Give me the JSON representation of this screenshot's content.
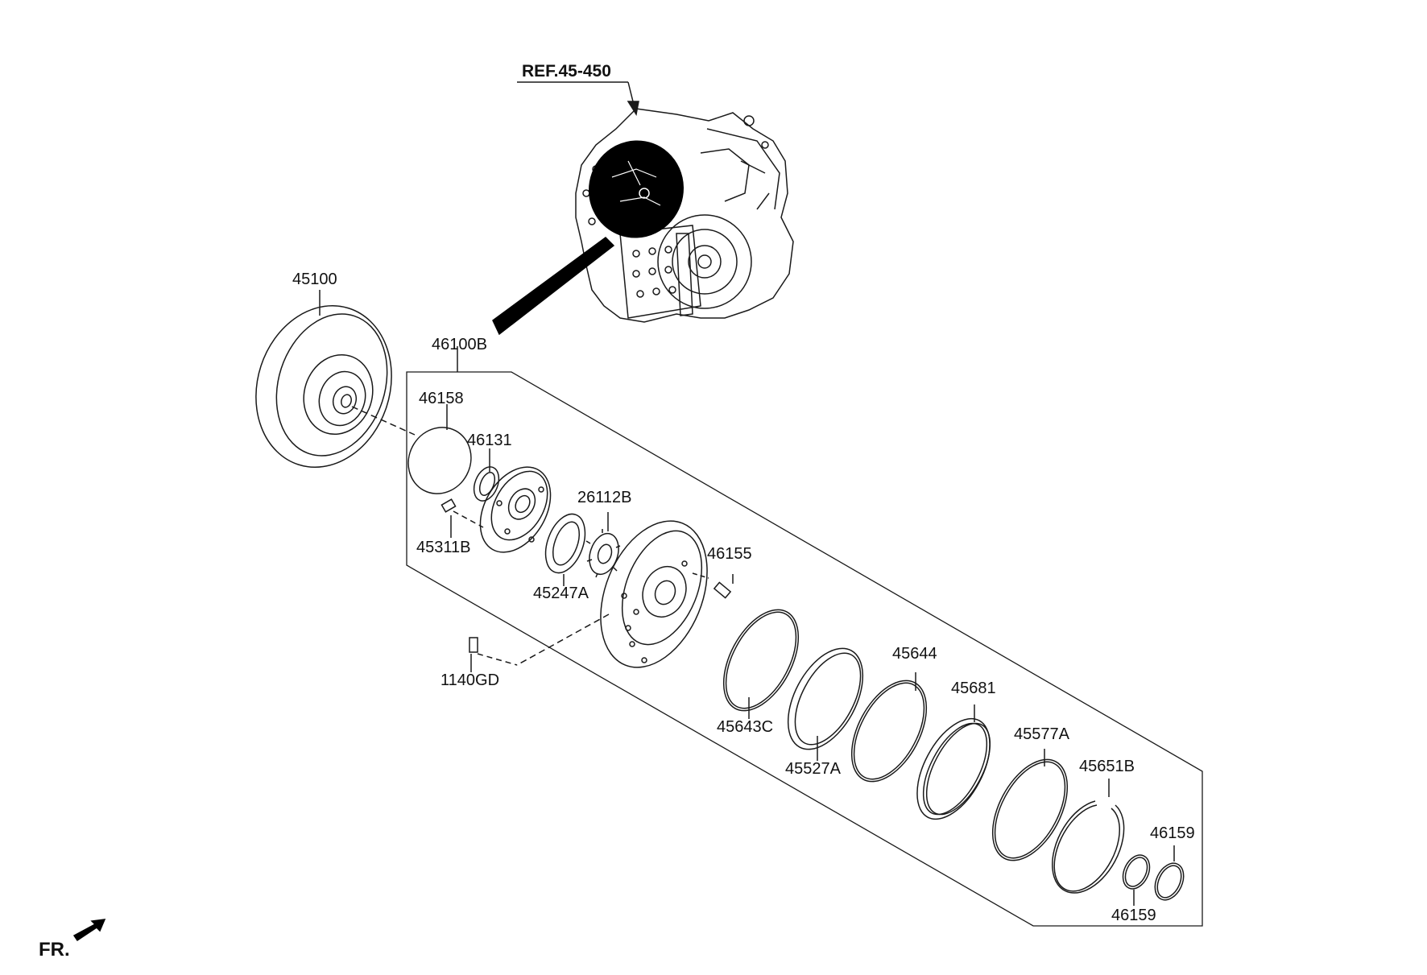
{
  "diagram": {
    "reference": "REF.45-450",
    "front_indicator": "FR.",
    "assembly_label": "46100B",
    "parts": [
      {
        "id": "p45100",
        "label": "45100"
      },
      {
        "id": "p46158",
        "label": "46158"
      },
      {
        "id": "p46131",
        "label": "46131"
      },
      {
        "id": "p26112B",
        "label": "26112B"
      },
      {
        "id": "p45311B",
        "label": "45311B"
      },
      {
        "id": "p45247A",
        "label": "45247A"
      },
      {
        "id": "p46155",
        "label": "46155"
      },
      {
        "id": "p1140GD",
        "label": "1140GD"
      },
      {
        "id": "p45643C",
        "label": "45643C"
      },
      {
        "id": "p45527A",
        "label": "45527A"
      },
      {
        "id": "p45644",
        "label": "45644"
      },
      {
        "id": "p45681",
        "label": "45681"
      },
      {
        "id": "p45577A",
        "label": "45577A"
      },
      {
        "id": "p45651B",
        "label": "45651B"
      },
      {
        "id": "p46159a",
        "label": "46159"
      },
      {
        "id": "p46159b",
        "label": "46159"
      }
    ]
  },
  "colors": {
    "line": "#1a1a1a",
    "background": "#ffffff",
    "fill_dark": "#000000"
  }
}
